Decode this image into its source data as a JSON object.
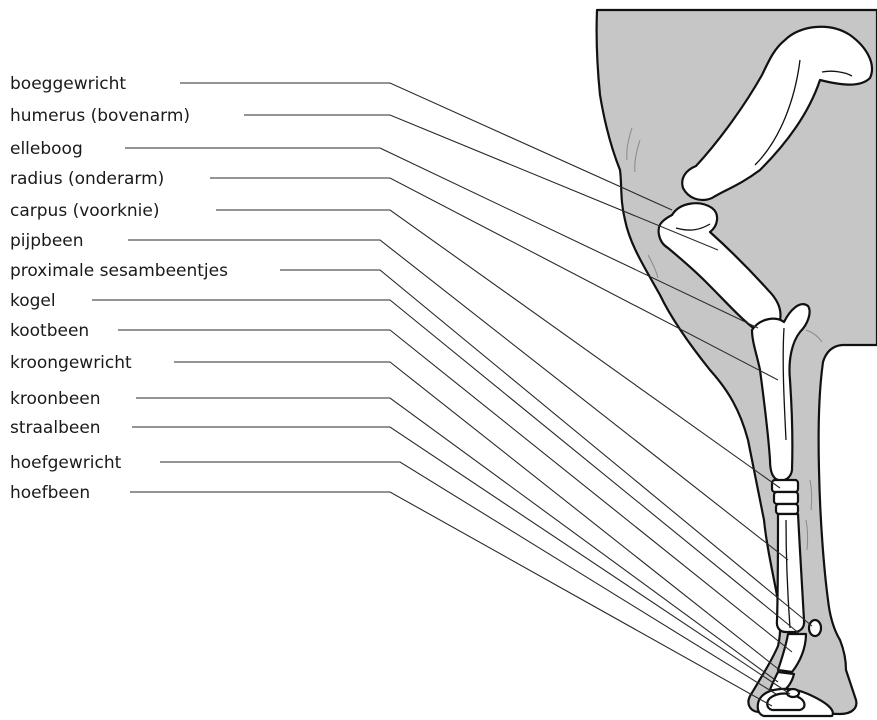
{
  "labels": [
    {
      "id": "boeggewricht",
      "text": "boeggewricht"
    },
    {
      "id": "humerus",
      "text": "humerus (bovenarm)"
    },
    {
      "id": "elleboog",
      "text": "elleboog"
    },
    {
      "id": "radius",
      "text": "radius (onderarm)"
    },
    {
      "id": "carpus",
      "text": "carpus (voorknie)"
    },
    {
      "id": "pijpbeen",
      "text": "pijpbeen"
    },
    {
      "id": "sesambeentjes",
      "text": "proximale sesambeentjes"
    },
    {
      "id": "kogel",
      "text": "kogel"
    },
    {
      "id": "kootbeen",
      "text": "kootbeen"
    },
    {
      "id": "kroongewricht",
      "text": "kroongewricht"
    },
    {
      "id": "kroonbeen",
      "text": "kroonbeen"
    },
    {
      "id": "straalbeen",
      "text": "straalbeen"
    },
    {
      "id": "hoefgewricht",
      "text": "hoefgewricht"
    },
    {
      "id": "hoefbeen",
      "text": "hoefbeen"
    }
  ],
  "colors": {
    "body_fill": "#c6c6c6",
    "bone_fill": "#ffffff",
    "outline": "#111111",
    "text": "#1a1a1a"
  }
}
